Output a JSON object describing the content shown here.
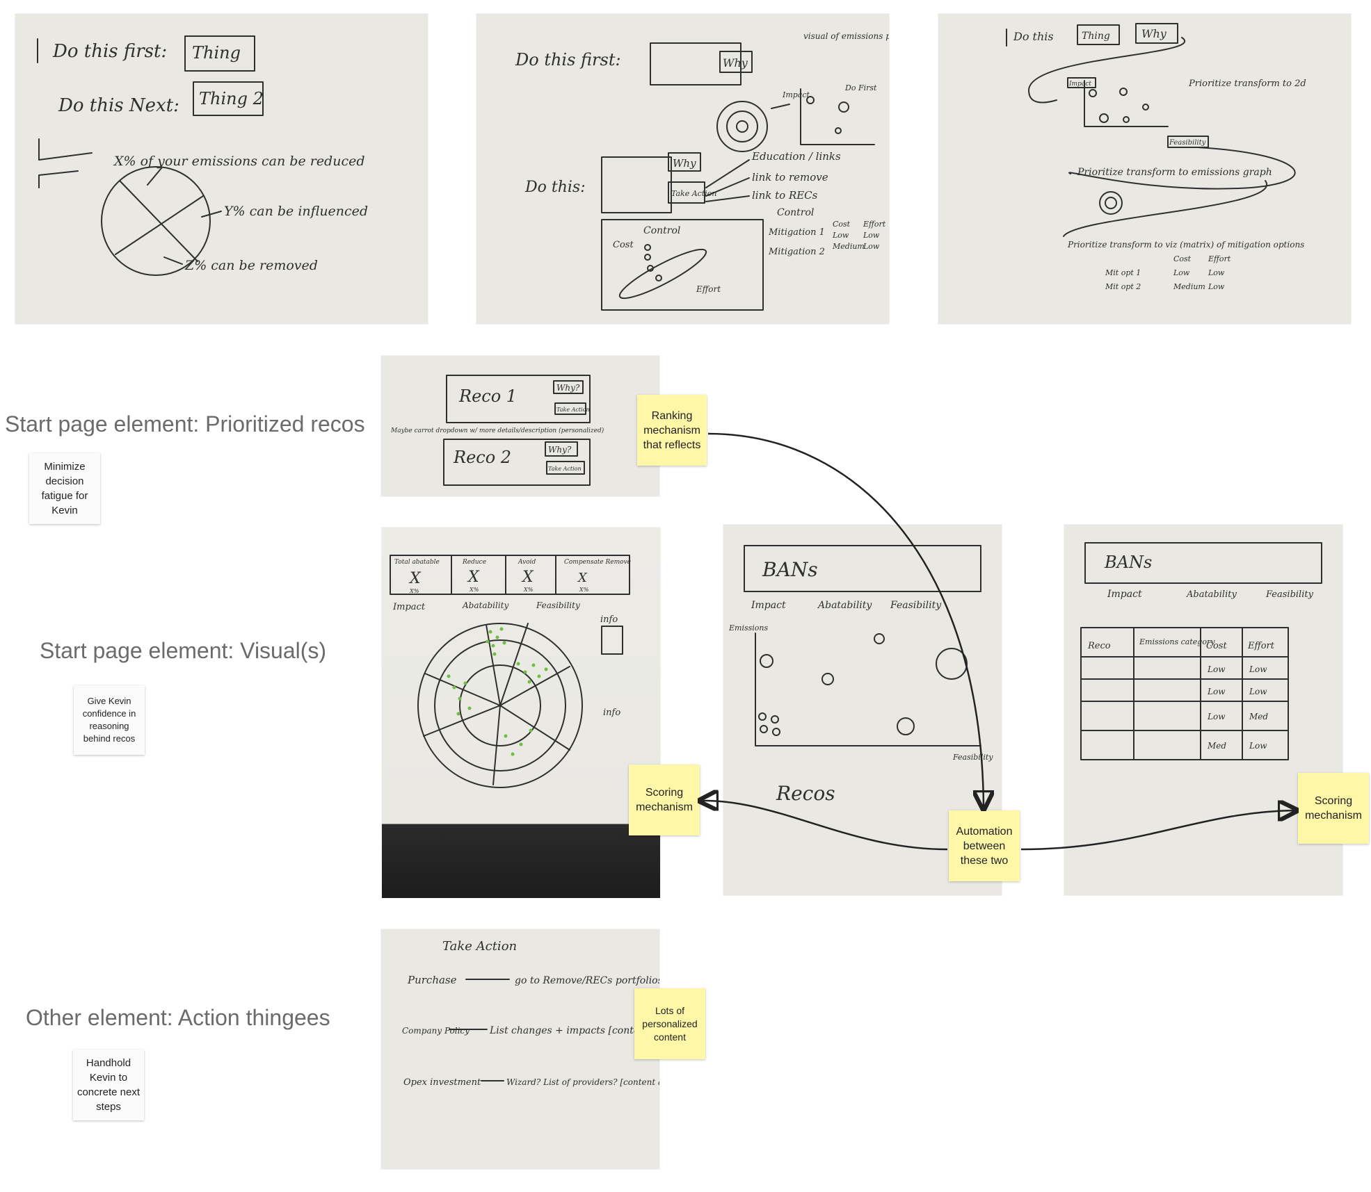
{
  "sections": {
    "prioritized": {
      "title": "Start page element: Prioritized recos",
      "note": "Minimize decision fatigue for Kevin"
    },
    "visuals": {
      "title": "Start page element: Visual(s)",
      "note": "Give Kevin confidence in reasoning behind recos"
    },
    "actions": {
      "title": "Other element: Action thingees",
      "note": "Handhold Kevin to concrete next steps"
    }
  },
  "stickies": {
    "ranking": "Ranking mechanism that reflects",
    "scoring_left": "Scoring mechanism",
    "automation": "Automation between these two",
    "scoring_right": "Scoring mechanism",
    "personalized": "Lots of personalized content"
  },
  "sketch1": {
    "line1": "Do this first:",
    "box1": "Thing",
    "line2": "Do this Next:",
    "box2": "Thing 2",
    "reduced": "X% of your emissions can be reduced",
    "influenced": "Y% can be influenced",
    "removed": "Z% can be removed"
  },
  "sketch2": {
    "first": "Do this first:",
    "why": "Why",
    "visual": "visual of emissions profile transforming to abatability graph",
    "impact": "Impact",
    "dofirst": "Do First",
    "dothis": "Do this:",
    "why2": "Why",
    "take": "Take Action",
    "edu": "Education / links",
    "link1": "link to remove",
    "link2": "link to RECs",
    "control": "Control",
    "cost": "Cost",
    "effort": "Effort",
    "mit1": "Mitigation 1",
    "mit2": "Mitigation 2",
    "low": "Low",
    "medium": "Medium"
  },
  "sketch3": {
    "dothis": "Do this",
    "thing": "Thing",
    "why": "Why",
    "impact": "Impact",
    "prio1": "Prioritize transform to 2d",
    "feas": "Feasibility",
    "prio2": "Prioritize transform to emissions graph",
    "prio3": "Prioritize transform to viz (matrix) of mitigation options",
    "cost": "Cost",
    "effort": "Effort",
    "opt1": "Mit opt 1",
    "opt2": "Mit opt 2",
    "low": "Low",
    "medium": "Medium"
  },
  "sketch4": {
    "reco1": "Reco 1",
    "reco2": "Reco 2",
    "why": "Why?",
    "take": "Take Action",
    "maybe": "Maybe carrot dropdown w/ more details/description (personalized)"
  },
  "sketch5": {
    "total": "Total abatable",
    "reduce": "Reduce",
    "avoid": "Avoid",
    "comp": "Compensate Remove",
    "x": "X",
    "pct": "X%",
    "impact": "Impact",
    "abat": "Abatability",
    "feas": "Feasibility",
    "info": "info"
  },
  "sketch6": {
    "bans": "BANs",
    "impact": "Impact",
    "abat": "Abatability",
    "feas": "Feasibility",
    "emissions": "Emissions",
    "feas_axis": "Feasibility",
    "recos": "Recos"
  },
  "sketch7": {
    "bans": "BANs",
    "impact": "Impact",
    "abat": "Abatability",
    "feas": "Feasibility",
    "cols": [
      "Reco",
      "Emissions category",
      "Cost",
      "Effort"
    ],
    "rows": [
      [
        "Low",
        "Low"
      ],
      [
        "Low",
        "Low"
      ],
      [
        "Low",
        "Med"
      ],
      [
        "Med",
        "Low"
      ]
    ]
  },
  "sketch8": {
    "title": "Take Action",
    "purchase": "Purchase",
    "purchase_to": "go to Remove/RECs portfolios",
    "policy": "Company Policy",
    "policy_to": "List changes + impacts [content added by CD]",
    "opex": "Opex investment",
    "opex_to": "Wizard? List of providers? [content added by CD]"
  }
}
